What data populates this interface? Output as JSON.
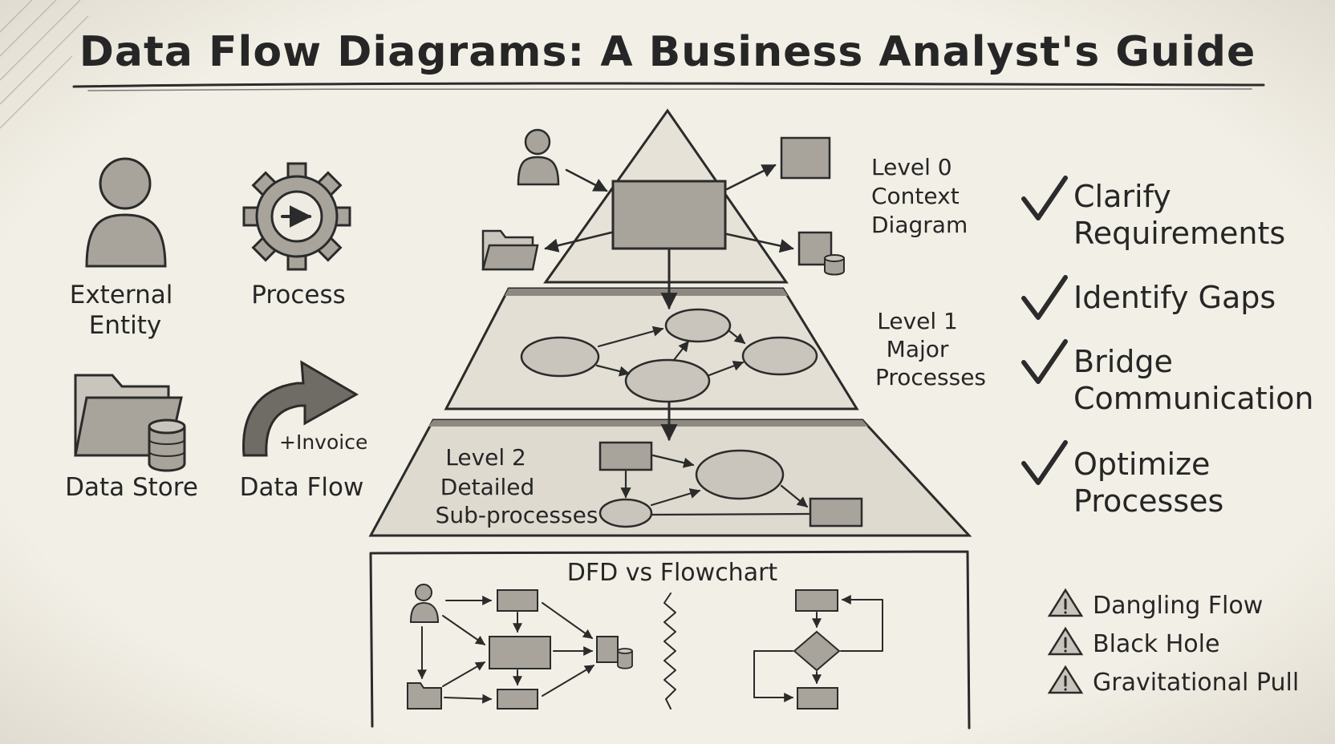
{
  "title": "Data Flow Diagrams: A Business Analyst's Guide",
  "legend": {
    "external_entity": [
      "External",
      "Entity"
    ],
    "process": "Process",
    "data_store": "Data Store",
    "data_flow": "Data Flow",
    "flow_label": "+Invoice"
  },
  "pyramid": {
    "level0": [
      "Level 0",
      "Context",
      "Diagram"
    ],
    "level1": [
      "Level 1",
      "Major",
      "Processes"
    ],
    "level2": [
      "Level 2",
      "Detailed",
      "Sub-processes"
    ]
  },
  "comparison": {
    "title": "DFD vs Flowchart"
  },
  "benefits": [
    [
      "Clarify",
      "Requirements"
    ],
    [
      "Identify Gaps"
    ],
    [
      "Bridge",
      "Communication"
    ],
    [
      "Optimize",
      "Processes"
    ]
  ],
  "warnings": [
    "Dangling Flow",
    "Black Hole",
    "Gravitational Pull"
  ],
  "colors": {
    "paper": "#f2efe6",
    "ink": "#2b2b2b",
    "shade": "#a8a49c"
  },
  "icons": {
    "benefit": "check-icon",
    "warning": "warning-triangle-icon",
    "entity": "person-icon",
    "process": "gear-arrow-icon",
    "store": "folder-database-icon",
    "flow": "curved-arrow-icon"
  }
}
